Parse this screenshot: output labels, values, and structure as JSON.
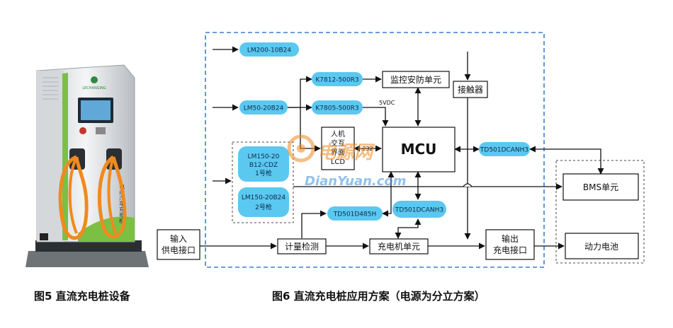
{
  "captions": {
    "fig5": "图5 直流充电桩设备",
    "fig6": "图6 直流充电桩应用方案（电源为分立方案）"
  },
  "charger_image": {
    "brand_text": "LECHANGING",
    "body_text": "电动汽车充电桩"
  },
  "modules": {
    "lm200": "LM200-10B24",
    "lm50": "LM50-20B24",
    "k7812": "K7812-500R3",
    "k7805": "K7805-500R3",
    "vdc5": "5VDC",
    "lm150_a": [
      "LM150-20",
      "B12-CDZ",
      "1号枪"
    ],
    "lm150_b": [
      "LM150-20B24",
      "2号枪"
    ],
    "td501_right": "TD501DCANH3",
    "td501_mid": "TD501DCANH3",
    "td501_485": "TD501D485H"
  },
  "blocks": {
    "monitor": "监控安防单元",
    "contactor": "接触器",
    "hmi": [
      "人机",
      "交互",
      "界面",
      "LCD"
    ],
    "rs232": "232",
    "mcu": "MCU",
    "input": [
      "输入",
      "供电接口"
    ],
    "metering": "计量检测",
    "charger_unit": "充电机单元",
    "output": [
      "输出",
      "充电接口"
    ],
    "bms": "BMS单元",
    "battery": "动力电池"
  },
  "watermark": {
    "cn": "电源网",
    "en": "DianYuan.com"
  },
  "colors": {
    "pill": "#5bc8f0",
    "dash": "#3a7fd0",
    "orange": "#f08a1e"
  }
}
